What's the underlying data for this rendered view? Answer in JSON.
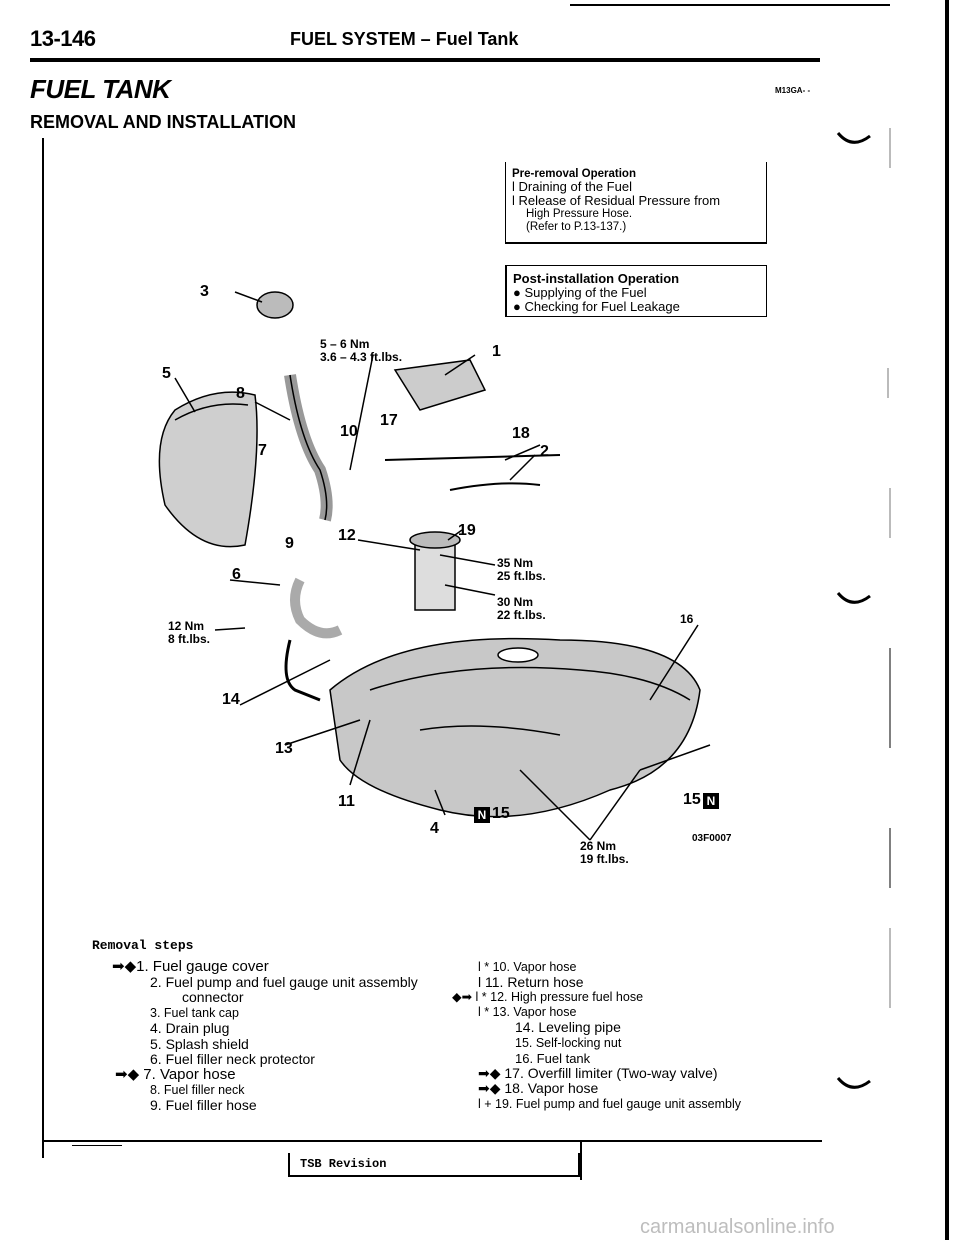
{
  "header": {
    "page_number": "13-146",
    "title": "FUEL SYSTEM – Fuel Tank"
  },
  "section": {
    "title": "FUEL TANK",
    "code": "M13GA-  -",
    "subtitle": "REMOVAL AND INSTALLATION"
  },
  "pre_removal": {
    "title": "Pre-removal  Operation",
    "items": [
      "l  Draining of the Fuel",
      "l  Release of Residual Pressure from"
    ],
    "continuation": [
      "High  Pressure  Hose.",
      "(Refer to P.13-137.)"
    ]
  },
  "post_installation": {
    "title": "Post-installation Operation",
    "items": [
      "●  Supplying of the Fuel",
      "●  Checking for Fuel Leakage"
    ]
  },
  "diagram": {
    "labels": {
      "n1": "1",
      "n2": "2",
      "n3": "3",
      "n4": "4",
      "n5": "5",
      "n6": "6",
      "n7": "7",
      "n8": "8",
      "n9": "9",
      "n10": "10",
      "n11": "11",
      "n12": "12",
      "n13": "13",
      "n14": "14",
      "n15a": "15",
      "n15b": "15",
      "n16": "16",
      "n17": "17",
      "n18": "18",
      "n19": "19"
    },
    "badge": "N",
    "torque": {
      "t1a": "5 – 6 Nm",
      "t1b": "3.6 – 4.3 ft.lbs.",
      "t2a": "35 Nm",
      "t2b": "25 ft.lbs.",
      "t3a": "30 Nm",
      "t3b": "22 ft.lbs.",
      "t4a": "12 Nm",
      "t4b": "8 ft.lbs.",
      "t5a": "26 Nm",
      "t5b": "19 ft.lbs."
    },
    "figure_code": "03F0007"
  },
  "removal": {
    "heading": "Removal   steps",
    "left": [
      "➡◆1. Fuel gauge cover",
      "2. Fuel pump and fuel gauge unit assembly",
      "connector",
      "3. Fuel tank cap",
      "4. Drain plug",
      "5. Splash shield",
      "6. Fuel filler neck protector",
      "➡◆ 7. Vapor hose",
      "8. Fuel filler neck",
      "9. Fuel filler hose"
    ],
    "right": [
      "l  * 10. Vapor hose",
      "l  11. Return hose",
      "◆➡  l  * 12. High pressure fuel hose",
      "l  * 13. Vapor hose",
      "14. Leveling pipe",
      "15. Self-locking  nut",
      "16. Fuel tank",
      "➡◆ 17. Overfill limiter (Two-way valve)",
      "➡◆ 18. Vapor hose",
      "l  + 19. Fuel pump and fuel gauge unit assembly"
    ]
  },
  "footer": {
    "tsb": "TSB Revision",
    "watermark": "carmanualsonline.info"
  }
}
